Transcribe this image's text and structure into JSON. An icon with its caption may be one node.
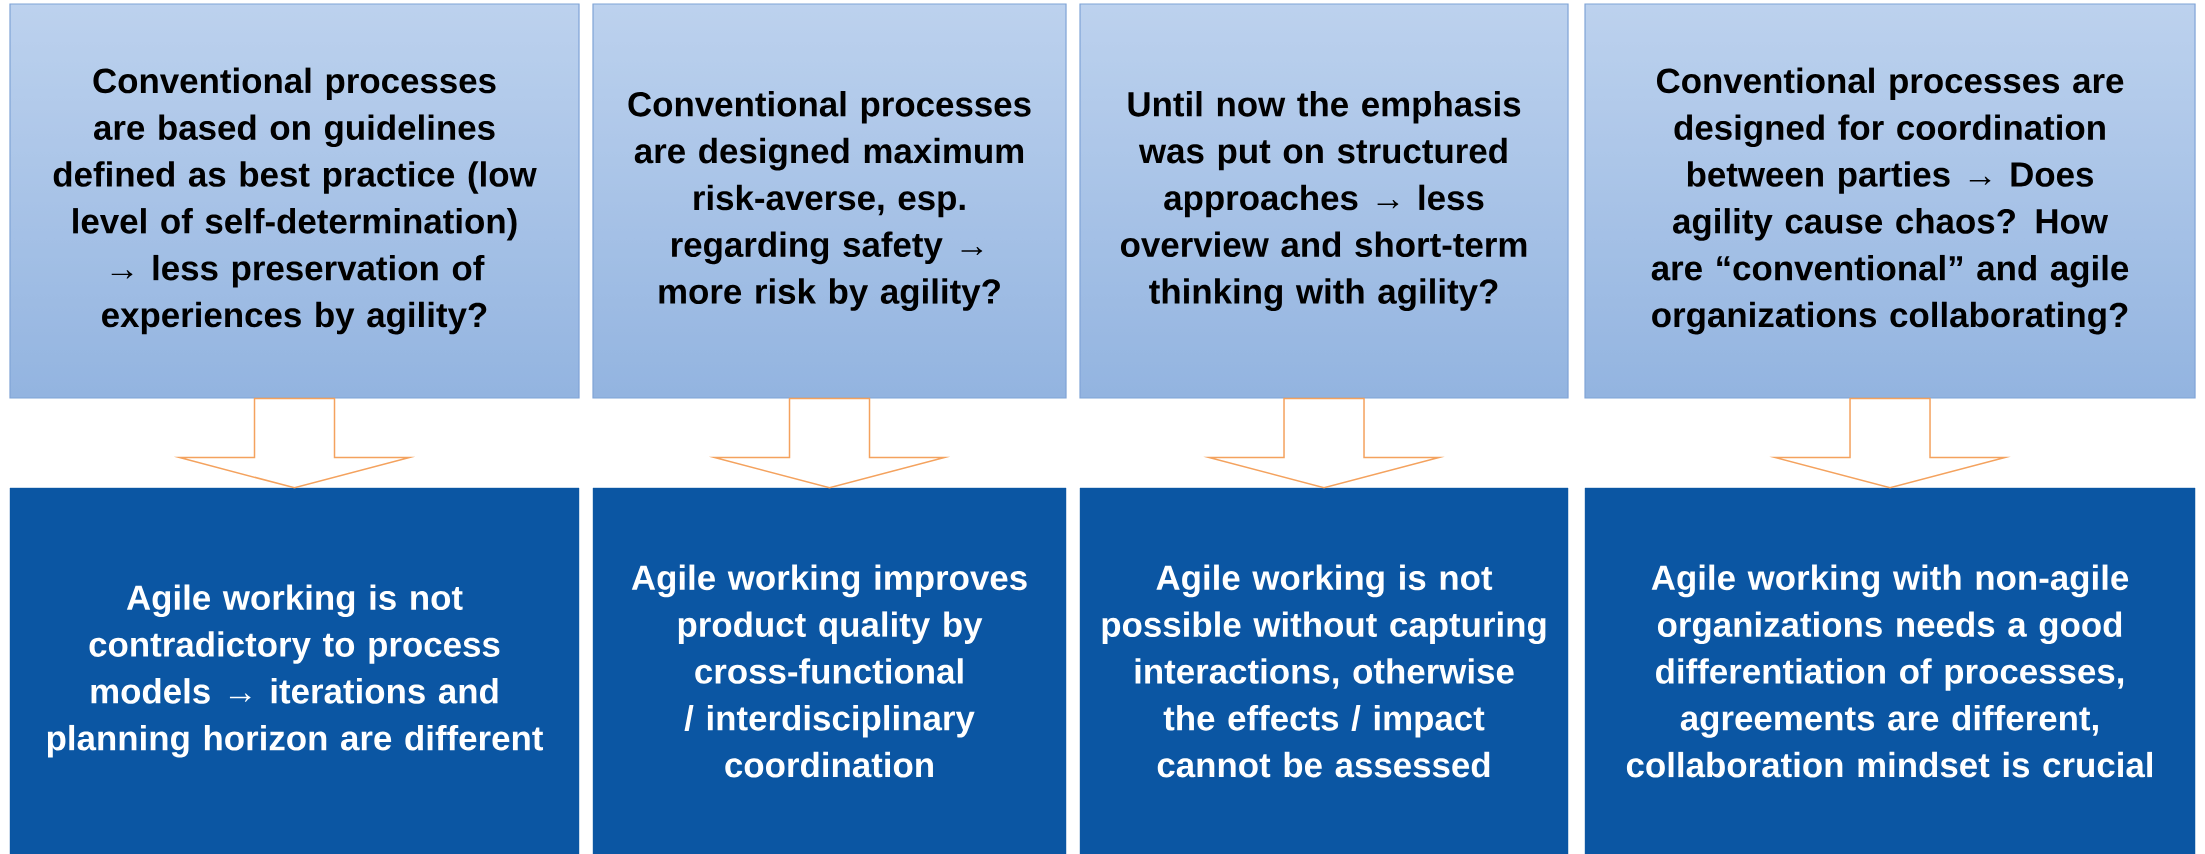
{
  "diagram": {
    "nodes": [
      {
        "text": [
          "Conventional processes are based on guidelines defined as best practice (low level of self-determination) → less preservation of experiences by agility?"
        ]
      },
      {
        "text": [
          "Conventional processes are designed maximum risk-averse, esp. regarding safety → more risk by agility?"
        ]
      },
      {
        "text": [
          "Until now the emphasis was put on structured approaches → less overview and short-term thinking with agility?"
        ]
      },
      {
        "text": [
          "Conventional processes are designed for coordination between parties → Does agility cause chaos? How are “conventional” and agile organizations collaborating?"
        ]
      },
      {
        "text": [
          "Agile working is not contradictory to process models → iterations and planning horizon are different"
        ]
      },
      {
        "text": [
          "Agile working improves product quality by cross-functional / interdisciplinary coordination"
        ]
      },
      {
        "text": [
          "Agile working is not possible without capturing interactions, otherwise the effects / impact cannot be assessed"
        ]
      },
      {
        "text": [
          "Agile working with non-agile organizations needs a good differentiation of processes, agreements are different, collaboration mindset is crucial"
        ]
      }
    ],
    "edges": [
      {
        "from": 0,
        "to": 4,
        "arrow": "to"
      },
      {
        "from": 1,
        "to": 5,
        "arrow": "to"
      },
      {
        "from": 2,
        "to": 6,
        "arrow": "to"
      },
      {
        "from": 3,
        "to": 7,
        "arrow": "to"
      }
    ]
  }
}
